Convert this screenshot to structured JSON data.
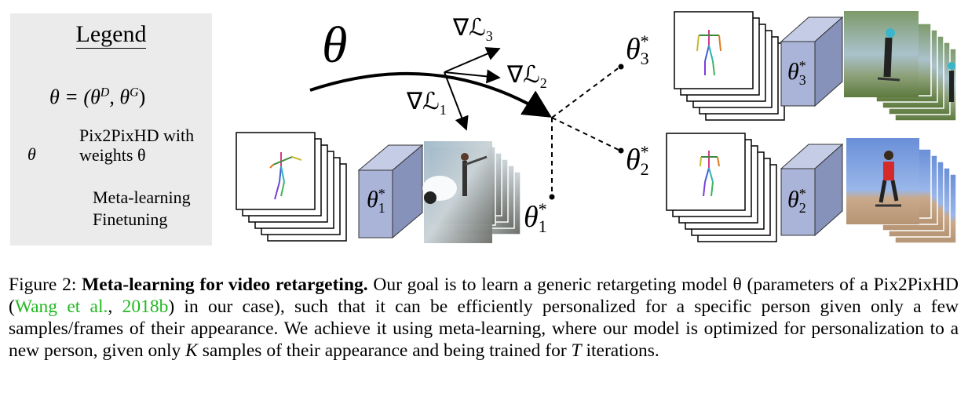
{
  "legend": {
    "title": "Legend",
    "equation": "θ = (θ",
    "eq_sup1": "D",
    "eq_mid": ", θ",
    "eq_sup2": "G",
    "eq_end": ")",
    "model_line1": "Pix2PixHD with",
    "model_line2": "weights θ",
    "model_icon_symbol": "θ",
    "meta_label": "Meta-learning",
    "finetune_label": "Finetuning"
  },
  "diagram": {
    "theta": "θ",
    "grad_label": "∇ℒ",
    "grad3_sub": "3",
    "grad2_sub": "2",
    "grad1_sub": "1",
    "theta_star": "θ",
    "star": "*",
    "sub1": "1",
    "sub2": "2",
    "sub3": "3",
    "cube_color": "#aab4d8",
    "cube_side": "#8792bb"
  },
  "caption": {
    "figure_label": "Figure 2:",
    "bold_title": "Meta-learning for video retargeting.",
    "text_a": " Our goal is to learn a generic retargeting model θ (parameters of a Pix2PixHD (",
    "cite_author": "Wang et al.",
    "cite_sep": ", ",
    "cite_year": "2018b",
    "text_b": ") in our case), such that it can be efficiently personalized for a specific person given only a few samples/frames of their appearance. We achieve it using meta-learning, where our model is optimized for personalization to a new person, given only ",
    "k_var": "K",
    "text_c": " samples of their appearance and being trained for ",
    "t_var": "T",
    "text_d": " iterations."
  }
}
